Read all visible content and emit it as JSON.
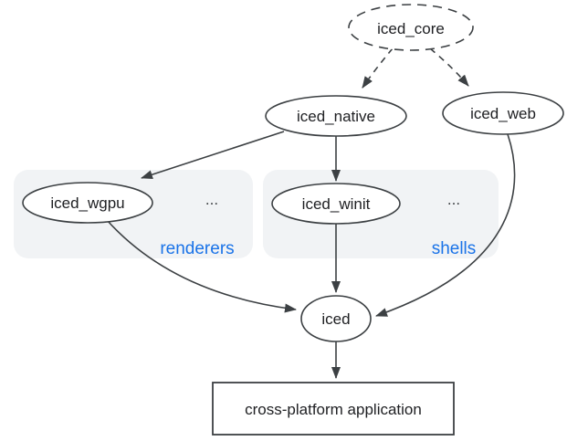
{
  "diagram": {
    "type": "dependency-graph",
    "nodes": {
      "iced_core": {
        "label": "iced_core",
        "shape": "ellipse",
        "border": "dashed"
      },
      "iced_native": {
        "label": "iced_native",
        "shape": "ellipse",
        "border": "solid"
      },
      "iced_web": {
        "label": "iced_web",
        "shape": "ellipse",
        "border": "solid"
      },
      "iced_wgpu": {
        "label": "iced_wgpu",
        "shape": "ellipse",
        "border": "solid"
      },
      "iced_winit": {
        "label": "iced_winit",
        "shape": "ellipse",
        "border": "solid"
      },
      "iced": {
        "label": "iced",
        "shape": "ellipse",
        "border": "solid"
      },
      "app": {
        "label": "cross-platform application",
        "shape": "rect",
        "border": "solid"
      }
    },
    "groups": {
      "renderers": {
        "label": "renderers",
        "ellipsis": "...",
        "members": [
          "iced_wgpu"
        ]
      },
      "shells": {
        "label": "shells",
        "ellipsis": "...",
        "members": [
          "iced_winit"
        ]
      }
    },
    "edges": [
      {
        "from": "iced_core",
        "to": "iced_native",
        "style": "dashed"
      },
      {
        "from": "iced_core",
        "to": "iced_web",
        "style": "dashed"
      },
      {
        "from": "iced_native",
        "to": "iced_wgpu",
        "style": "solid"
      },
      {
        "from": "iced_native",
        "to": "iced_winit",
        "style": "solid"
      },
      {
        "from": "iced_wgpu",
        "to": "iced",
        "style": "solid"
      },
      {
        "from": "iced_winit",
        "to": "iced",
        "style": "solid"
      },
      {
        "from": "iced_web",
        "to": "iced",
        "style": "solid"
      },
      {
        "from": "iced",
        "to": "app",
        "style": "solid"
      }
    ],
    "colors": {
      "edge": "#3c4043",
      "node_text": "#202124",
      "group_label": "#1a73e8",
      "group_background": "#f1f3f5",
      "node_fill": "#ffffff",
      "canvas": "#ffffff"
    }
  }
}
